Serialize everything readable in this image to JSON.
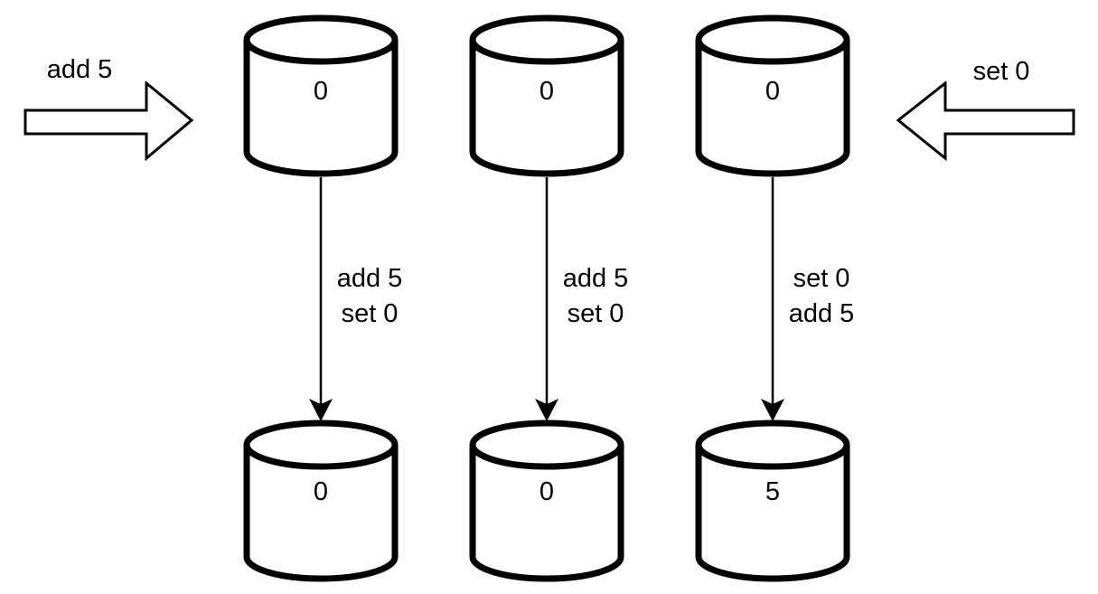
{
  "diagram": {
    "incoming": {
      "left": {
        "label": "add 5"
      },
      "right": {
        "label": "set 0"
      }
    },
    "replicas": [
      {
        "top_value": "0",
        "ops": [
          "add 5",
          "set 0"
        ],
        "bottom_value": "0"
      },
      {
        "top_value": "0",
        "ops": [
          "add 5",
          "set 0"
        ],
        "bottom_value": "0"
      },
      {
        "top_value": "0",
        "ops": [
          "set 0",
          "add 5"
        ],
        "bottom_value": "5"
      }
    ],
    "colors": {
      "stroke": "#000000",
      "fill": "#ffffff",
      "text": "#000000"
    }
  }
}
